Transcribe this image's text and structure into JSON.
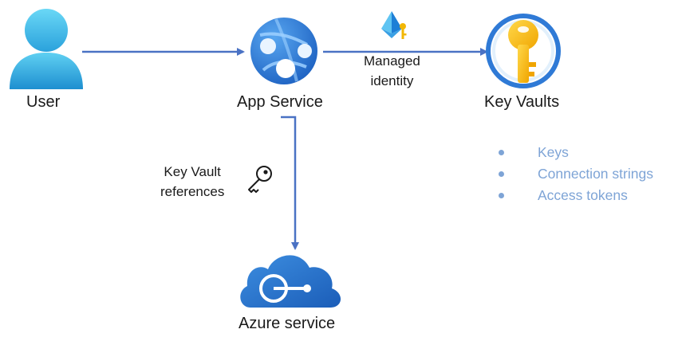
{
  "nodes": {
    "user": {
      "label": "User",
      "icon": "user-icon"
    },
    "app_service": {
      "label": "App Service",
      "icon": "app-service-icon"
    },
    "key_vaults": {
      "label": "Key Vaults",
      "icon": "key-vault-icon"
    },
    "azure_service": {
      "label": "Azure service",
      "icon": "cloud-icon"
    }
  },
  "edges": {
    "managed_identity": {
      "line1": "Managed",
      "line2": "identity",
      "icon": "managed-identity-icon"
    },
    "key_vault_references": {
      "line1": "Key Vault",
      "line2": "references",
      "icon": "key-icon"
    }
  },
  "secrets": [
    "Keys",
    "Connection strings",
    "Access tokens"
  ],
  "colors": {
    "arrow": "#4a72c4",
    "secret_text": "#7ea4d6",
    "key_gold": "#f5b300",
    "azure_blue": "#2f7ad6"
  }
}
